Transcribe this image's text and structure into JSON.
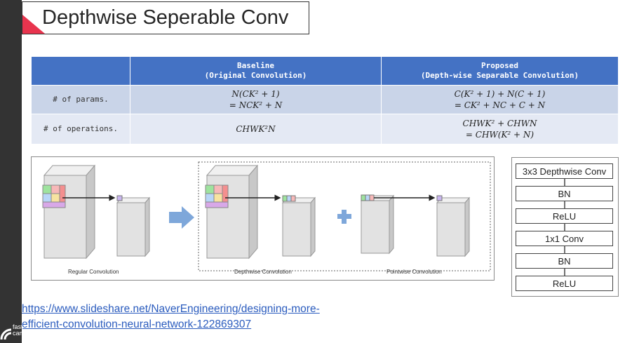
{
  "slide": {
    "title": "Depthwise Seperable Conv"
  },
  "table": {
    "headers": [
      {
        "line1": "Baseline",
        "line2": "(Original Convolution)"
      },
      {
        "line1": "Proposed",
        "line2": "(Depth-wise Separable Convolution)"
      }
    ],
    "rows": [
      {
        "label": "# of params.",
        "baseline": [
          "N(CK² + 1)",
          "= NCK² + N"
        ],
        "proposed": [
          "C(K² + 1) + N(C + 1)",
          "= CK² + NC + C + N"
        ]
      },
      {
        "label": "# of operations.",
        "baseline": [
          "CHWK²N"
        ],
        "proposed": [
          "CHWK² + CHWN",
          "= CHW(K² + N)"
        ]
      }
    ],
    "colors": {
      "header": "#4472c4",
      "row_odd": "#c9d4e8",
      "row_even": "#e4e9f4"
    }
  },
  "figure": {
    "captions": [
      "Regular Convolution",
      "Depthwise Convolution",
      "Pointwise Convolution"
    ]
  },
  "flow": {
    "blocks": [
      "3x3 Depthwise Conv",
      "BN",
      "ReLU",
      "1x1 Conv",
      "BN",
      "ReLU"
    ]
  },
  "reference": {
    "line1": "https://www.slideshare.net/NaverEngineering/designing-more-",
    "line2": "efficient-convolution-neural-network-122869307"
  },
  "branding": {
    "logo_text_1": "fast",
    "logo_text_2": "campus"
  }
}
